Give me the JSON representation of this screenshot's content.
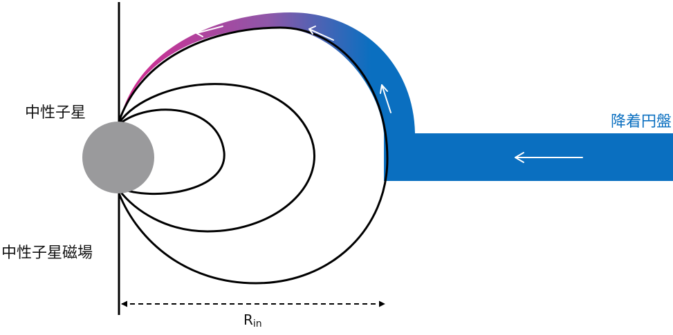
{
  "diagram": {
    "labels": {
      "neutron_star": "中性子星",
      "neutron_star_field": "中性子星磁場",
      "accretion_disk": "降着円盤",
      "radius_main": "R",
      "radius_sub": "in"
    },
    "colors": {
      "disk_blue": "#0a6fc0",
      "stream_magenta": "#d52a90",
      "stream_purple": "#8f57a8",
      "star_gray": "#9a9a9c",
      "line_black": "#000000",
      "arrow_white": "#ffffff"
    }
  }
}
